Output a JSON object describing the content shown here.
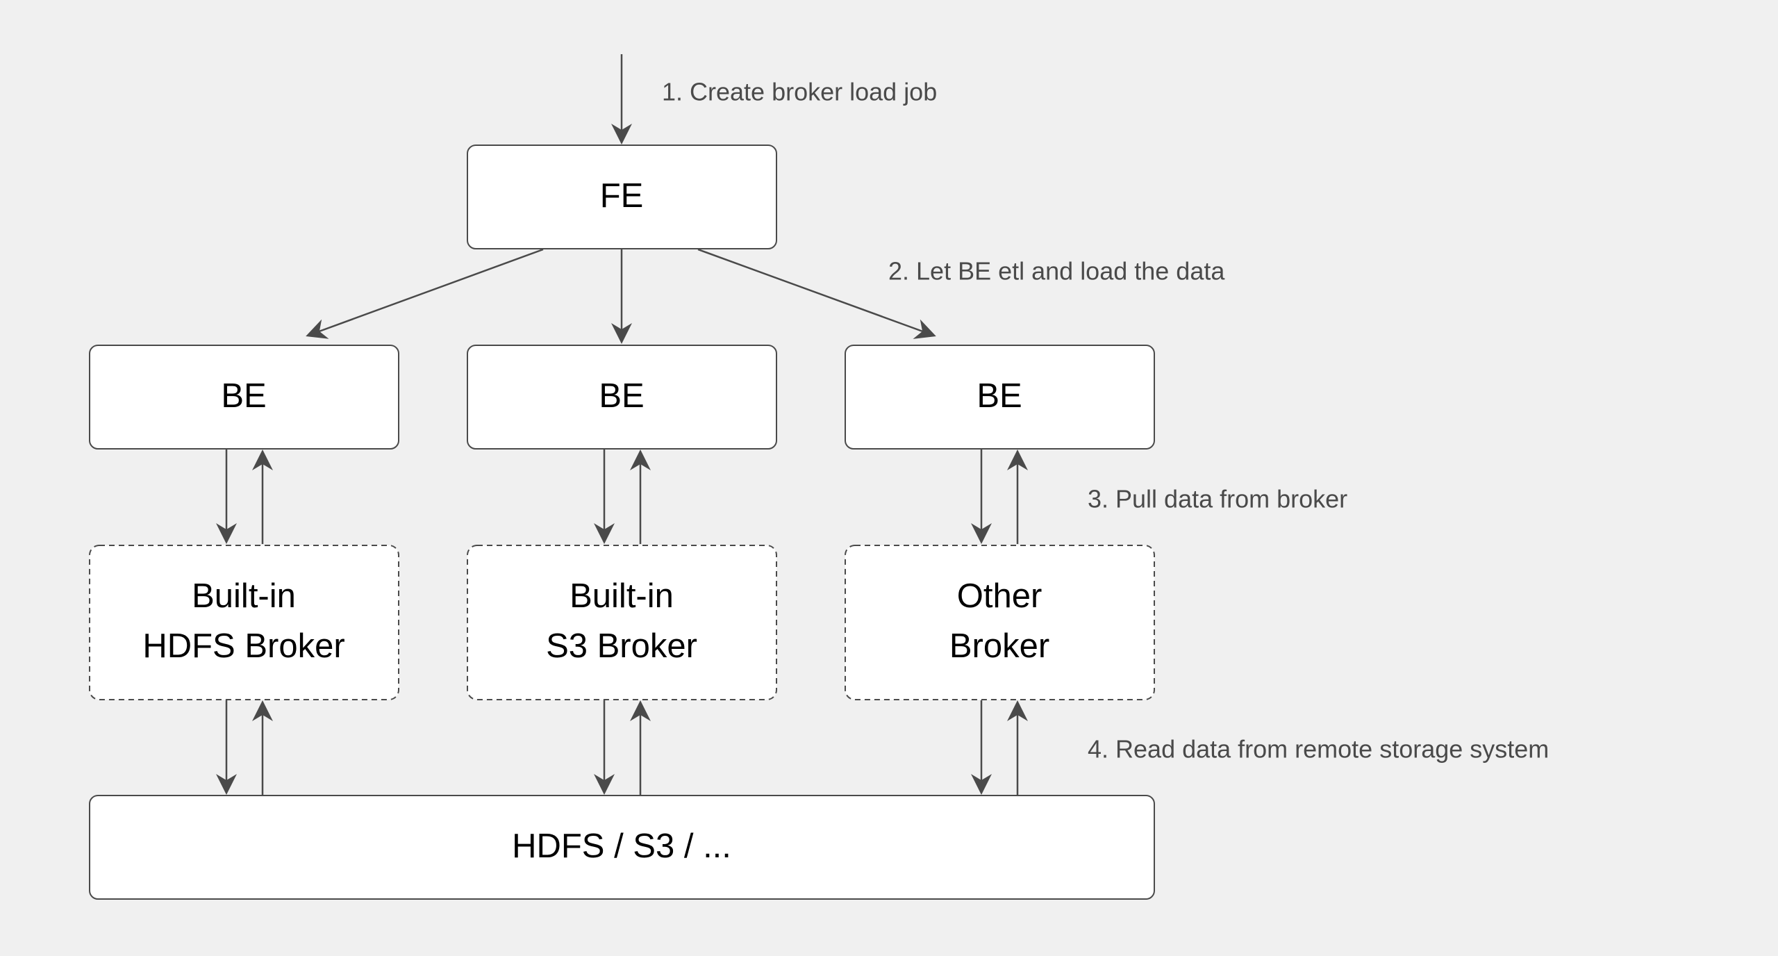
{
  "nodes": {
    "fe": "FE",
    "be_left": "BE",
    "be_middle": "BE",
    "be_right": "BE",
    "hdfs_broker": [
      "Built-in",
      "HDFS Broker"
    ],
    "s3_broker": [
      "Built-in",
      "S3 Broker"
    ],
    "other_broker": [
      "Other",
      "Broker"
    ],
    "storage": "HDFS / S3 / ..."
  },
  "steps": {
    "step1": "1. Create broker load job",
    "step2": "2. Let BE etl and load the data",
    "step3": "3. Pull data from broker",
    "step4": "4. Read data from remote storage system"
  },
  "colors": {
    "background": "#f0f0f0",
    "box_fill": "#ffffff",
    "stroke": "#4a4a4a",
    "node_text": "#000000",
    "step_text": "#4a4a4a"
  }
}
